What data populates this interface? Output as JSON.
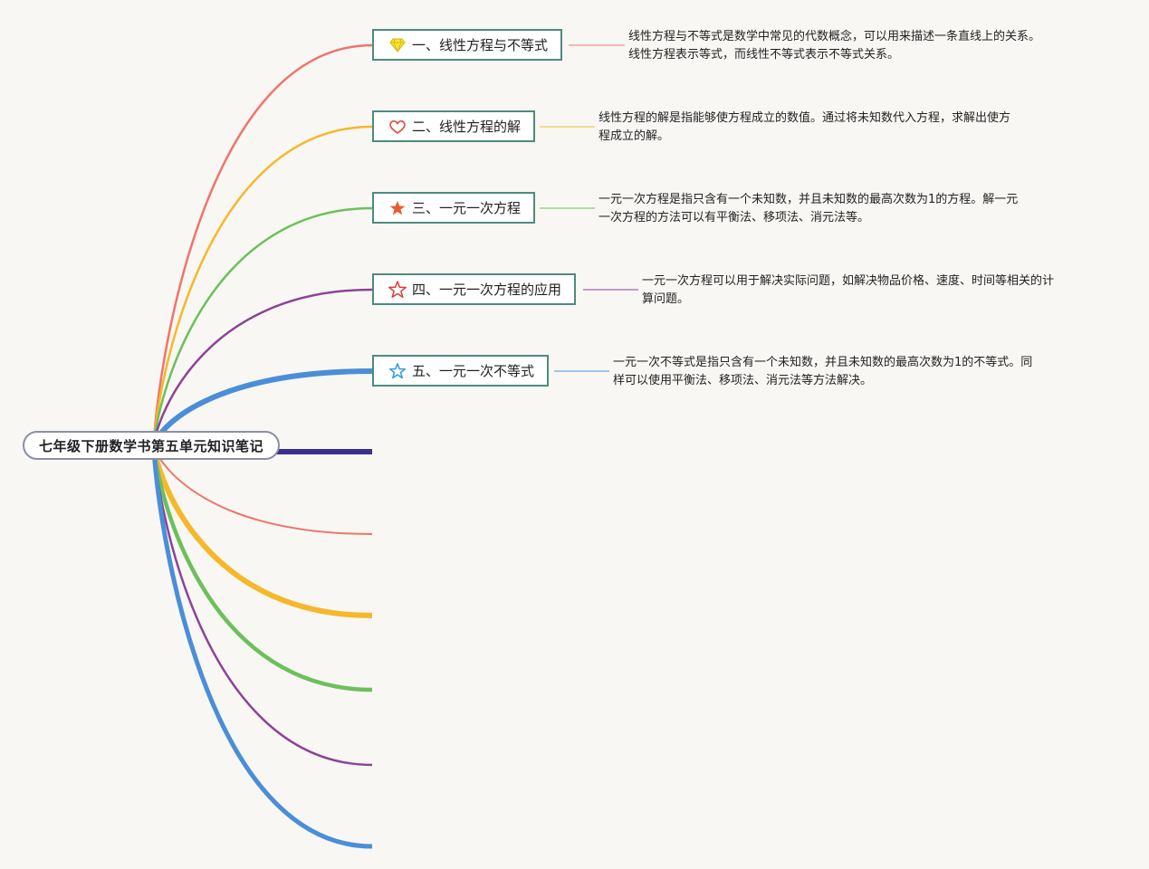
{
  "root": {
    "label": "七年级下册数学书第五单元知识笔记"
  },
  "topics": [
    {
      "label": "一、线性方程与不等式",
      "icon": "diamond-icon",
      "color": "#f0746a",
      "note_lines": [
        "线性方程与不等式是数学中常见的代数概念，可以用来描述一条直线上的关系。",
        "线性方程表示等式，而线性不等式表示不等式关系。"
      ]
    },
    {
      "label": "二、线性方程的解",
      "icon": "heart-icon",
      "color": "#f6b82a",
      "note_lines": [
        "线性方程的解是指能够使方程成立的数值。通过将未知数代入方程，求解出使方",
        "程成立的解。"
      ]
    },
    {
      "label": "三、一元一次方程",
      "icon": "star-filled-icon",
      "color": "#6cc05a",
      "note_lines": [
        "一元一次方程是指只含有一个未知数，并且未知数的最高次数为1的方程。解一元",
        "一次方程的方法可以有平衡法、移项法、消元法等。"
      ]
    },
    {
      "label": "四、一元一次方程的应用",
      "icon": "star-outline-icon",
      "color": "#8d4396",
      "note_lines": [
        "一元一次方程可以用于解决实际问题，如解决物品价格、速度、时间等相关的计",
        "算问题。"
      ]
    },
    {
      "label": "五、一元一次不等式",
      "icon": "star-blue-icon",
      "color": "#4b8ed8",
      "note_lines": [
        "一元一次不等式是指只含有一个未知数，并且未知数的最高次数为1的不等式。同",
        "样可以使用平衡法、移项法、消元法等方法解决。"
      ]
    }
  ],
  "empty_branches": [
    {
      "color": "#3b2f8c"
    },
    {
      "color": "#f0746a"
    },
    {
      "color": "#f6b82a"
    },
    {
      "color": "#6cc05a"
    },
    {
      "color": "#8d4396"
    },
    {
      "color": "#4b8ed8"
    }
  ]
}
